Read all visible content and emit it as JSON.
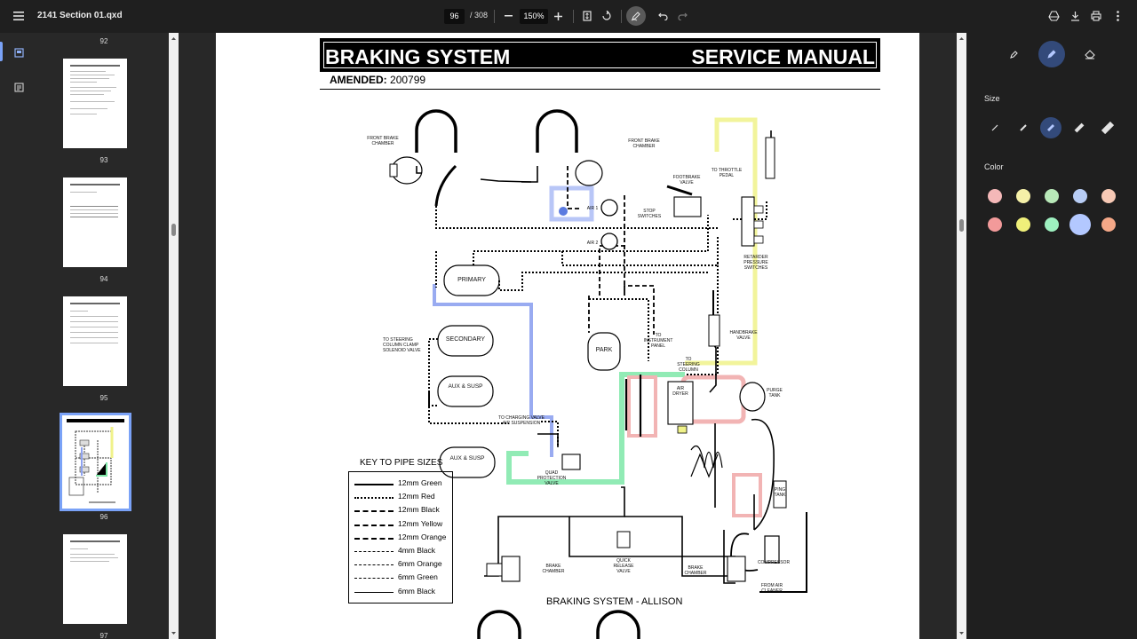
{
  "toolbar": {
    "doc_title": "2141 Section 01.qxd",
    "current_page": "96",
    "total_pages": "/ 308",
    "zoom": "150%"
  },
  "thumbnails": [
    {
      "label": "92"
    },
    {
      "label": "93"
    },
    {
      "label": "94"
    },
    {
      "label": "95"
    },
    {
      "label": "96"
    },
    {
      "label": "97"
    }
  ],
  "page": {
    "header_left": "BRAKING SYSTEM",
    "header_right": "SERVICE MANUAL",
    "amended_label": "AMENDED:",
    "amended_value": "200799",
    "caption": "BRAKING SYSTEM - ALLISON",
    "diagram_labels": {
      "front_brake_left": "FRONT BRAKE CHAMBER",
      "front_brake_right": "FRONT BRAKE CHAMBER",
      "footbrake_valve": "FOOTBRAKE VALVE",
      "to_throttle": "TO THROTTLE PEDAL",
      "air1": "AIR 1",
      "air2": "AIR 2",
      "stop_switches": "STOP SWITCHES",
      "retarder": "RETARDER PRESSURE SWITCHES",
      "primary": "PRIMARY",
      "secondary": "SECONDARY",
      "park": "PARK",
      "aux_susp_1": "AUX & SUSP",
      "aux_susp_2": "AUX & SUSP",
      "to_steering_clamp": "TO STEERING COLUMN CLAMP SOLENOID VALVE",
      "to_charging": "TO CHARGING VALVE AIR SUSPENSION",
      "to_instrument": "TO INSTRUMENT PANEL",
      "to_steering_col": "TO STEERING COLUMN",
      "handbrake": "HANDBRAKE VALVE",
      "air_dryer": "AIR DRYER",
      "purge_tank": "PURGE TANK",
      "quad_valve": "QUAD PROTECTION VALVE",
      "ping_tank": "PING TANK",
      "compressor": "COMPRESSOR",
      "from_air_cleaner": "FROM AIR CLEANER",
      "brake_chamber_l": "BRAKE CHAMBER",
      "brake_chamber_r": "BRAKE CHAMBER",
      "quick_release": "QUICK RELEASE VALVE"
    },
    "key": {
      "title": "KEY TO PIPE SIZES",
      "rows": [
        {
          "text": "12mm Green",
          "style": "solid"
        },
        {
          "text": "12mm Red",
          "style": "dotted"
        },
        {
          "text": "12mm Black",
          "style": "dashed"
        },
        {
          "text": "12mm Yellow",
          "style": "dashdot"
        },
        {
          "text": "12mm Orange",
          "style": "dashdotdot"
        },
        {
          "text": "4mm Black",
          "style": "longdash"
        },
        {
          "text": "6mm Orange",
          "style": "thin-dashdot"
        },
        {
          "text": "6mm Green",
          "style": "thin-dashed"
        },
        {
          "text": "6mm Black",
          "style": "thin-longdash"
        }
      ]
    }
  },
  "annotation_panel": {
    "size_label": "Size",
    "color_label": "Color",
    "colors_row1": [
      "#f4b8b8",
      "#f5f0a8",
      "#b8e8b8",
      "#b8cdf5",
      "#f7c9b5"
    ],
    "colors_row2": [
      "#f29a9a",
      "#f0f07a",
      "#9ef0c0",
      "#b3c8ff",
      "#f5a888"
    ],
    "selected_color_index": 8
  },
  "highlights": {
    "yellow": "#f0f28a",
    "blue": "#8ea2f0",
    "green": "#7ee8a8",
    "red": "#f2b4b4"
  }
}
